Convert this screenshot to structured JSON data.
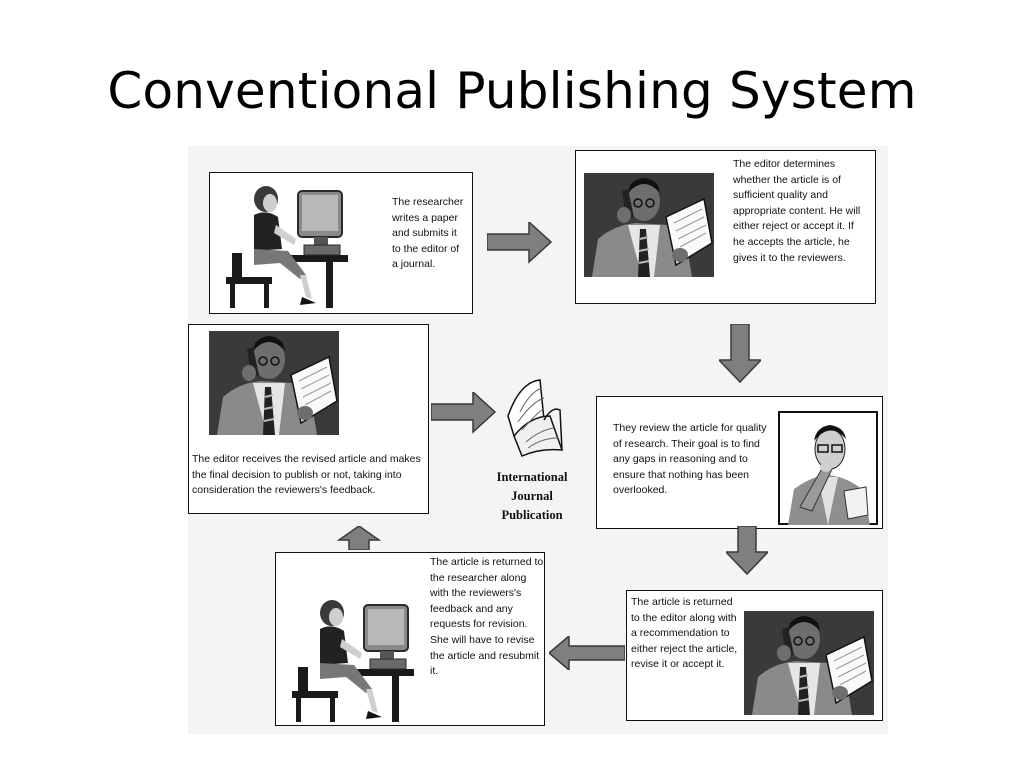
{
  "title": "Conventional Publishing System",
  "colors": {
    "arrow_fill": "#7f7f7f",
    "arrow_stroke": "#3a3a3a",
    "panel_bg": "#f4f4f4"
  },
  "steps": [
    {
      "id": "write",
      "text": "The researcher writes a paper and submits it to the editor of a journal.",
      "figure": "researcher-at-computer-icon"
    },
    {
      "id": "editor-review",
      "text": "The editor determines whether the article is of sufficient quality and appropriate content.  He will either reject or accept it.  If he accepts the article, he gives it to the reviewers.",
      "figure": "editor-on-phone-icon"
    },
    {
      "id": "peer-review",
      "text": "They review the article for quality of research.  Their goal is to find any gaps in reasoning and to ensure that nothing has been overlooked.",
      "figure": "reviewer-thinking-icon"
    },
    {
      "id": "recommend",
      "text": "The article is returned to the editor along with a recommendation to either reject the article, revise it or accept it.",
      "figure": "editor-on-phone-icon"
    },
    {
      "id": "revise",
      "text": "The article is returned to the researcher along with the reviewers's feedback and any requests for revision.  She will have to revise the article and resubmit it.",
      "figure": "researcher-at-computer-icon"
    },
    {
      "id": "final-decision",
      "text": "The editor receives the revised article and makes the final decision  to publish or not, taking into consideration the reviewers's feedback.",
      "figure": "editor-on-phone-icon"
    }
  ],
  "publication": {
    "label": "International Journal Publication",
    "figure": "journal-pages-icon"
  }
}
